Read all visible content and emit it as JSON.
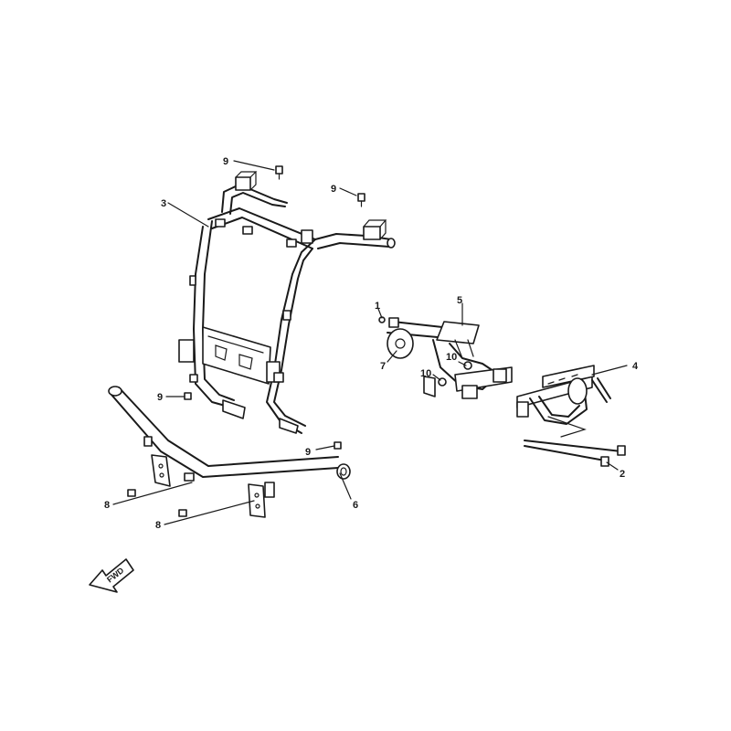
{
  "callouts": {
    "c1": "1",
    "c2": "2",
    "c3": "3",
    "c4": "4",
    "c5": "5",
    "c6": "6",
    "c7": "7",
    "c8a": "8",
    "c8b": "8",
    "c9a": "9",
    "c9b": "9",
    "c9c": "9",
    "c9d": "9",
    "c10a": "10",
    "c10b": "10"
  },
  "fwd_label": "FWD"
}
